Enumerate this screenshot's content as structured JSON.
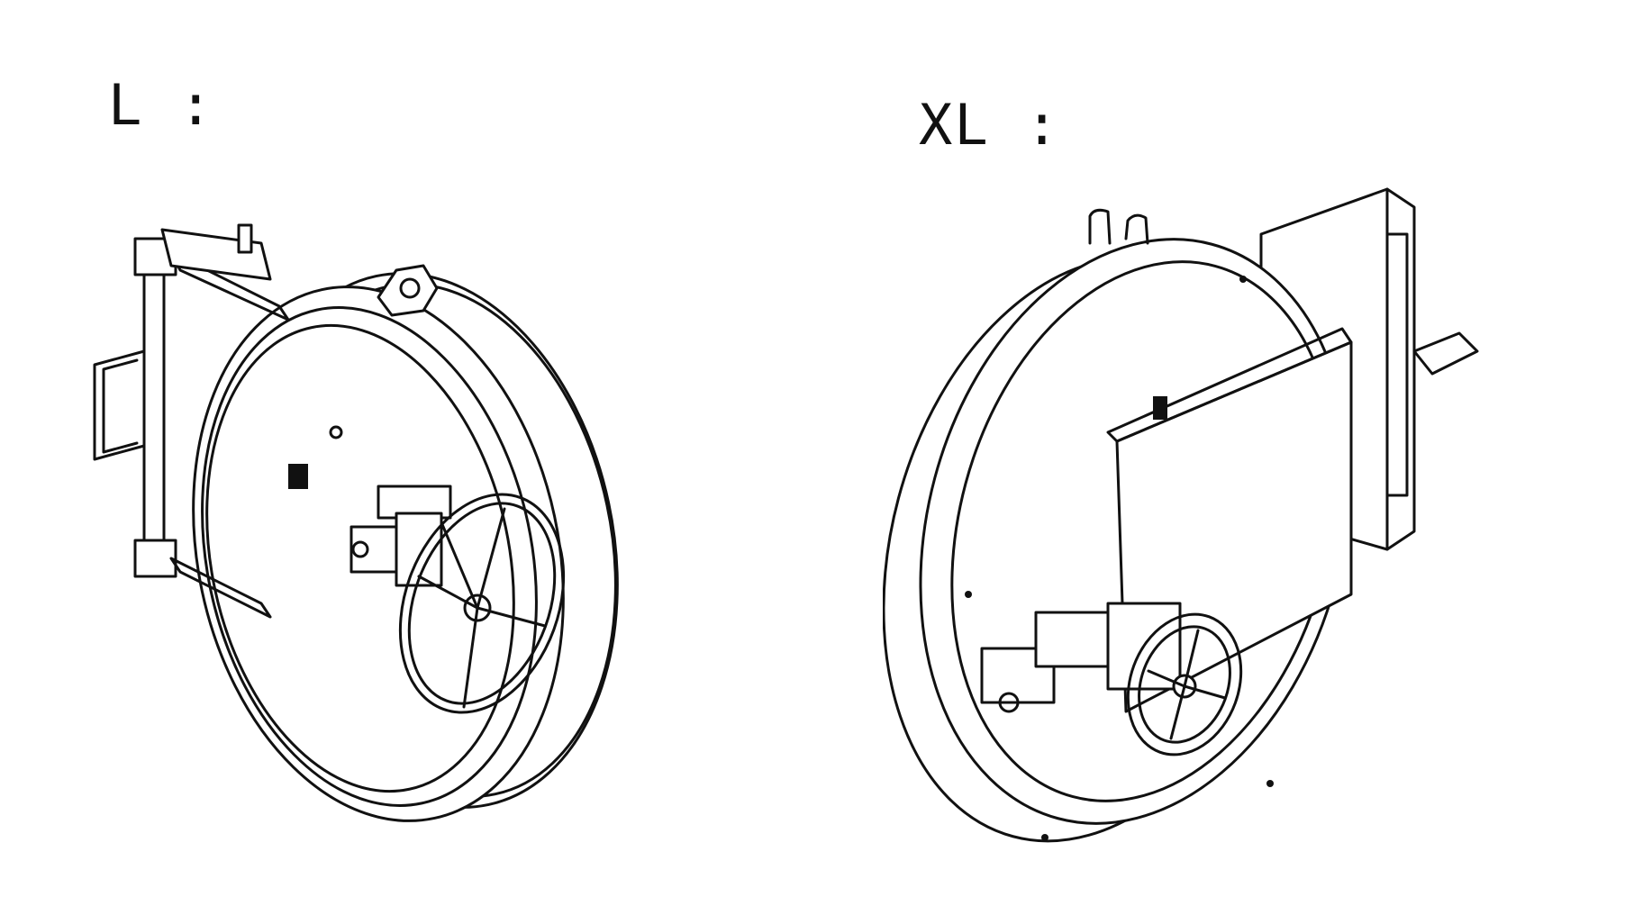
{
  "labels": {
    "left": "L :",
    "right": "XL :"
  },
  "icons": {
    "left_drawing": "hose-reel-l-drawing",
    "right_drawing": "hose-reel-xl-drawing"
  }
}
